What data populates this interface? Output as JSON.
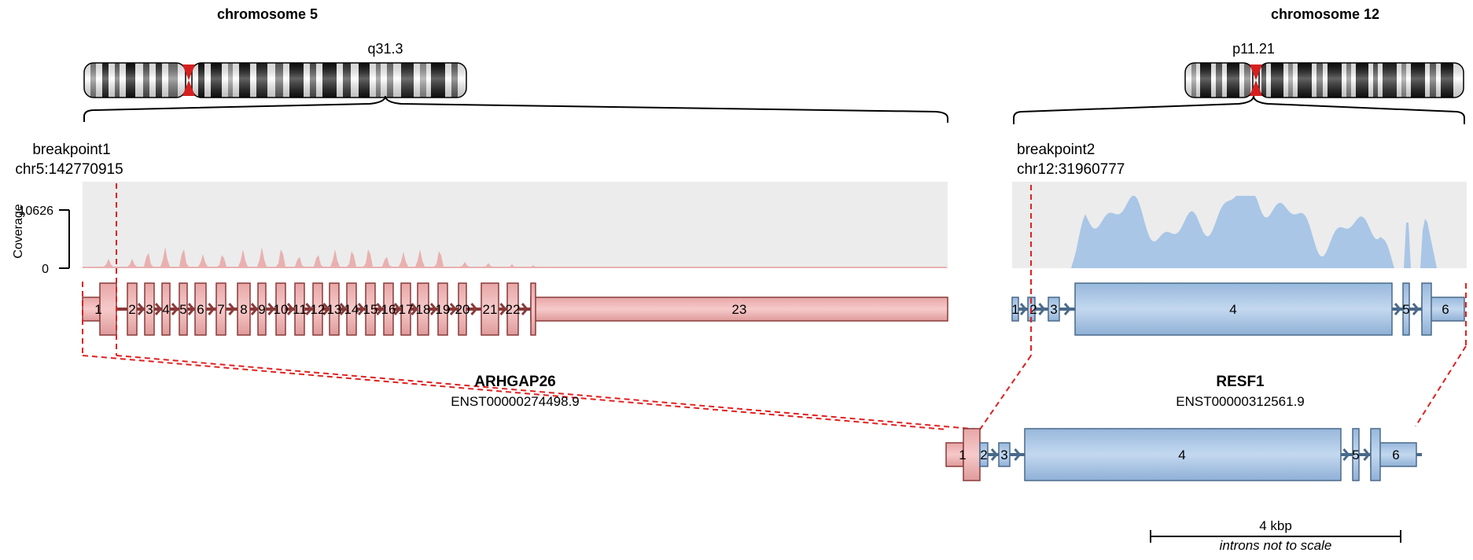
{
  "left": {
    "chromosome_title": "chromosome 5",
    "band": "q31.3",
    "breakpoint_label": "breakpoint1",
    "breakpoint_position": "chr5:142770915",
    "gene_name": "ARHGAP26",
    "transcript": "ENST00000274498.9",
    "exons": [
      "1",
      "2",
      "3",
      "4",
      "5",
      "6",
      "7",
      "8",
      "9",
      "10",
      "11",
      "12",
      "13",
      "14",
      "15",
      "16",
      "17",
      "18",
      "19",
      "20",
      "21",
      "22",
      "23"
    ],
    "color": "#f2b8b8"
  },
  "right": {
    "chromosome_title": "chromosome 12",
    "band": "p11.21",
    "breakpoint_label": "breakpoint2",
    "breakpoint_position": "chr12:31960777",
    "gene_name": "RESF1",
    "transcript": "ENST00000312561.9",
    "exons": [
      "1",
      "2",
      "3",
      "4",
      "5",
      "6"
    ],
    "color": "#a9c6e6"
  },
  "coverage_axis": {
    "label": "Coverage",
    "max": "10626",
    "min": "0"
  },
  "fusion": {
    "exons": [
      "1",
      "2",
      "3",
      "4",
      "5",
      "6"
    ]
  },
  "scale_bar": {
    "label": "4 kbp",
    "note": "introns not to scale"
  },
  "colors": {
    "left_exon": "#f2b8b8",
    "left_exon_stroke": "#8a3a3a",
    "right_exon": "#a9c6e6",
    "right_exon_stroke": "#4a6a8a",
    "breakpoint": "#e02020",
    "coverage_bg": "#ececec"
  }
}
